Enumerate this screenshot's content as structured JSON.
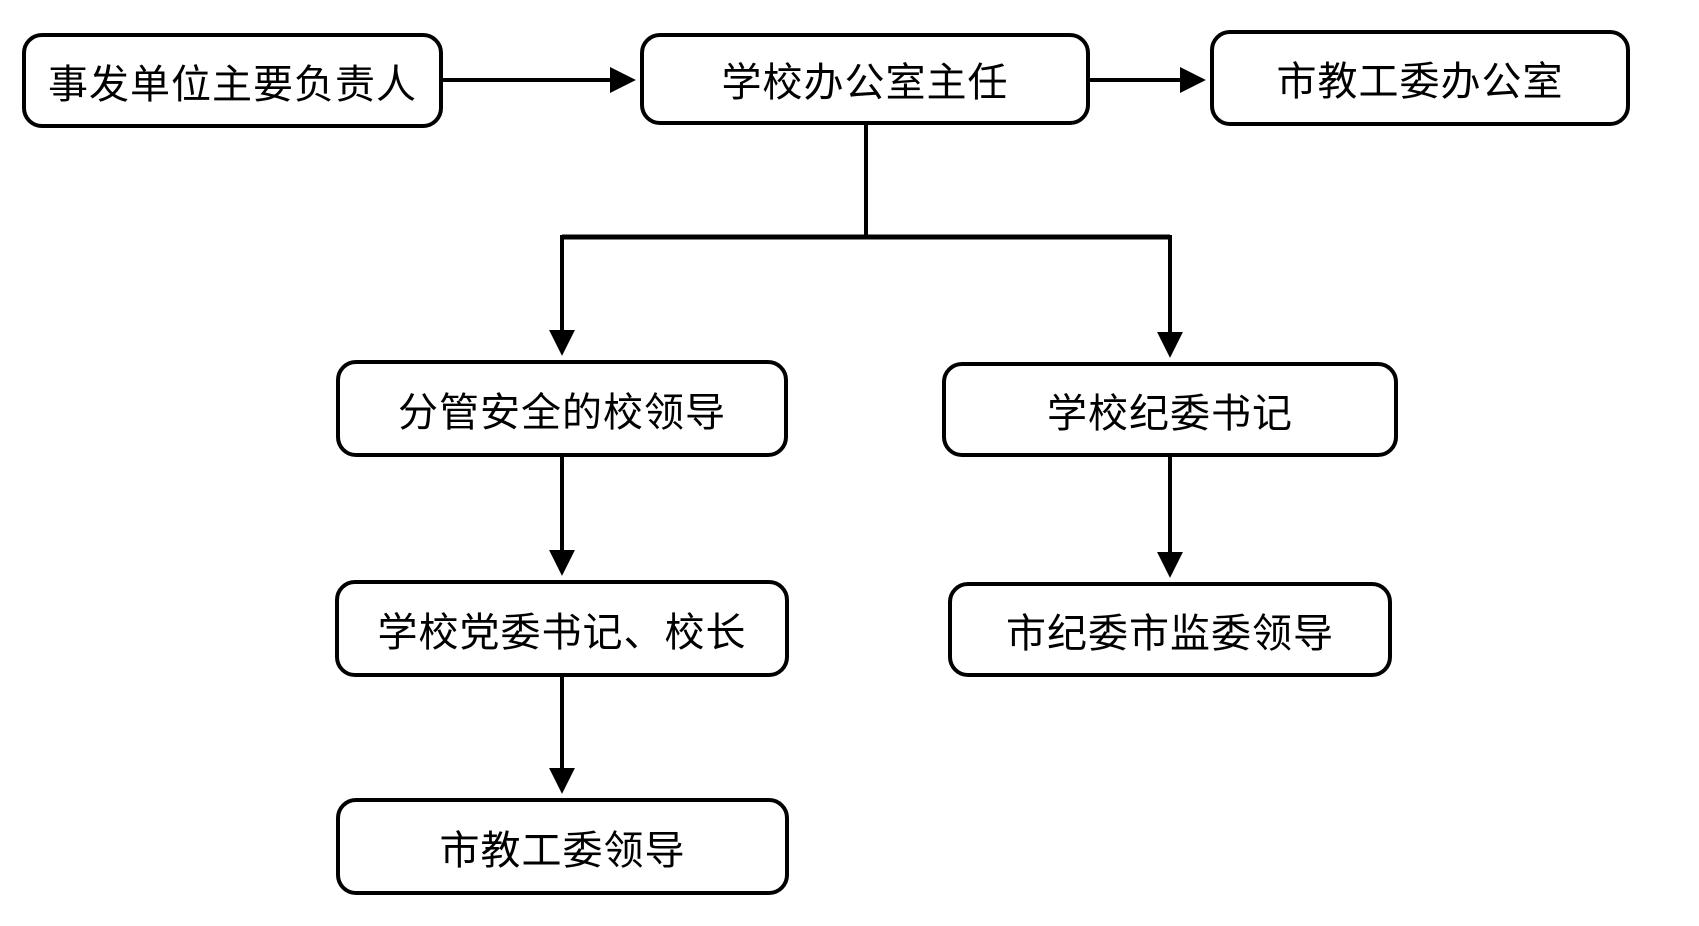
{
  "diagram": {
    "type": "flowchart",
    "colors": {
      "line": "#000000",
      "box_border": "#000000",
      "box_fill": "#ffffff",
      "text": "#000000",
      "background": "#ffffff"
    },
    "nodes": [
      {
        "id": "incident-unit-leader",
        "label": "事发单位主要负责人"
      },
      {
        "id": "school-office-director",
        "label": "学校办公室主任"
      },
      {
        "id": "city-education-committee-office",
        "label": "市教工委办公室"
      },
      {
        "id": "safety-school-leader",
        "label": "分管安全的校领导"
      },
      {
        "id": "school-discipline-secretary",
        "label": "学校纪委书记"
      },
      {
        "id": "party-secretary-principal",
        "label": "学校党委书记、校长"
      },
      {
        "id": "city-discipline-supervision-leaders",
        "label": "市纪委市监委领导"
      },
      {
        "id": "city-education-committee-leaders",
        "label": "市教工委领导"
      }
    ],
    "edges": [
      {
        "from": "incident-unit-leader",
        "to": "school-office-director"
      },
      {
        "from": "school-office-director",
        "to": "city-education-committee-office"
      },
      {
        "from": "school-office-director",
        "to": "safety-school-leader"
      },
      {
        "from": "school-office-director",
        "to": "school-discipline-secretary"
      },
      {
        "from": "safety-school-leader",
        "to": "party-secretary-principal"
      },
      {
        "from": "party-secretary-principal",
        "to": "city-education-committee-leaders"
      },
      {
        "from": "school-discipline-secretary",
        "to": "city-discipline-supervision-leaders"
      }
    ]
  }
}
